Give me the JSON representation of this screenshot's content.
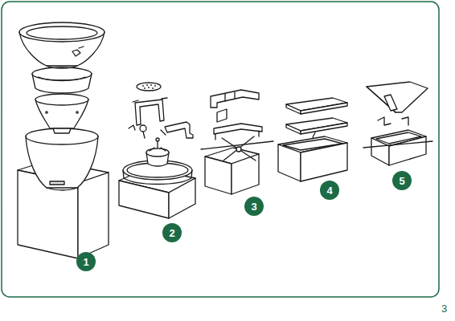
{
  "diagram": {
    "nodes": [
      {
        "text": [
          "1"
        ]
      },
      {
        "text": [
          "2"
        ]
      },
      {
        "text": [
          "3"
        ]
      },
      {
        "text": [
          "4"
        ]
      },
      {
        "text": [
          "5"
        ]
      }
    ],
    "labels": [
      "3"
    ]
  }
}
